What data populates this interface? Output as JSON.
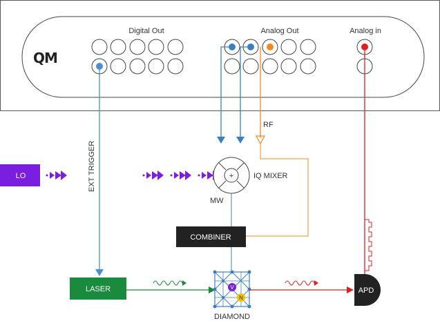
{
  "controller": {
    "logo": "QM",
    "digital_out_label": "Digital Out",
    "analog_out_label": "Analog Out",
    "analog_in_label": "Analog in"
  },
  "signals": {
    "ext_trigger": "EXT TRIGGER",
    "rf": "RF",
    "mw": "MW"
  },
  "components": {
    "lo": "LO",
    "iq_mixer": "IQ MIXER",
    "combiner": "COMBINER",
    "laser": "LASER",
    "diamond": "DIAMOND",
    "apd": "APD",
    "mixer_symbol": "+",
    "diamond_v": "V",
    "diamond_n": "N"
  },
  "colors": {
    "digital_line": "#4a8fd0",
    "analog_line": "#3a7fc4",
    "rf_line": "#f0891f",
    "analog_in_line": "#e02020",
    "lo_purple": "#7a1fe0",
    "laser_green": "#1a8a3c",
    "combiner_dark": "#222222"
  }
}
